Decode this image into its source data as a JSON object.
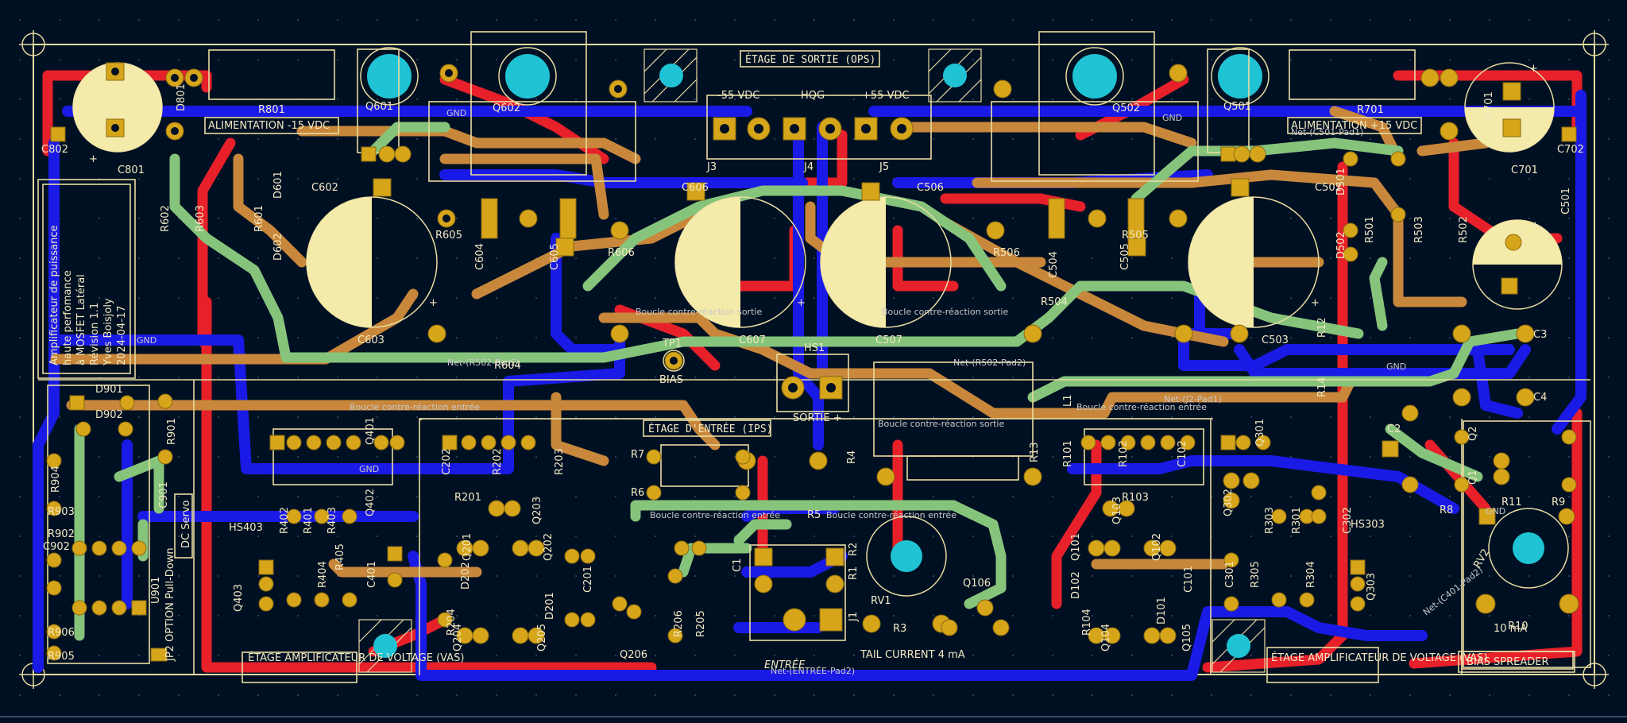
{
  "colors": {
    "background": "#001023",
    "front_copper": "#e8202a",
    "back_copper": "#1a1ae6",
    "inner_a": "#c8873a",
    "inner_b": "#86c47c",
    "silkscreen": "#f2e9c2",
    "pad": "#d6a51a",
    "mounting_hole": "#1fc3d4",
    "cap_fill": "#f4eaa9"
  },
  "sections": {
    "ops": "ÉTAGE DE SORTIE (OPS)",
    "ips": "ÉTAGE D'ENTRÉE (IPS)",
    "vas_left": "ÉTAGE AMPLIFICATEUR DE VOLTAGE (VAS)",
    "vas_right": "ÉTAGE AMPLIFICATEUR DE VOLTAGE (VAS)",
    "supply_neg": "ALIMENTATION -15 VDC",
    "supply_pos": "ALIMENTATION +15 VDC",
    "bias_spreader": "BIAS SPREADER",
    "dc_servo": "DC Servo",
    "tail_current": "TAIL CURRENT 4 mA",
    "entree": "ENTRÉE",
    "option": "JP2 OPTION Pull-Down",
    "ten_ma": "10 mA"
  },
  "title_block": {
    "lines": [
      "Amplificateur de puissance",
      "haute perfomance",
      "à MOSFET Latéral",
      "Révision 1.1",
      "Yves Boisjoly",
      "2024-04-17"
    ]
  },
  "connectors": {
    "v_neg": "-55 VDC",
    "hqg": "HQG",
    "v_pos": "+55 VDC",
    "tp1": "TP1",
    "bias": "BIAS",
    "sortie": "SORTIE +"
  },
  "net_labels": {
    "gnd": "GND",
    "fb_out": "Boucle contre-réaction sortie",
    "fb_in": "Boucle contre-réaction entrée",
    "r502": "Net-(R502-Pad2)",
    "j2": "Net-(J2-Pad1)",
    "c401": "Net-(C401-Pad2)",
    "c501": "Net-(C501-Pad1)",
    "entree_net": "Net-(ENTRÉE-Pad2)"
  },
  "components": [
    {
      "ref": "C801"
    },
    {
      "ref": "C802"
    },
    {
      "ref": "D801"
    },
    {
      "ref": "R801"
    },
    {
      "ref": "Q601"
    },
    {
      "ref": "Q602"
    },
    {
      "ref": "C602"
    },
    {
      "ref": "C603"
    },
    {
      "ref": "C604"
    },
    {
      "ref": "C605"
    },
    {
      "ref": "C606"
    },
    {
      "ref": "C607"
    },
    {
      "ref": "R602"
    },
    {
      "ref": "R603"
    },
    {
      "ref": "R601"
    },
    {
      "ref": "D601"
    },
    {
      "ref": "D602"
    },
    {
      "ref": "R604"
    },
    {
      "ref": "R605"
    },
    {
      "ref": "R606"
    },
    {
      "ref": "J3"
    },
    {
      "ref": "J4"
    },
    {
      "ref": "J5"
    },
    {
      "ref": "HS1"
    },
    {
      "ref": "C506"
    },
    {
      "ref": "C507"
    },
    {
      "ref": "R506"
    },
    {
      "ref": "R505"
    },
    {
      "ref": "C505"
    },
    {
      "ref": "C504"
    },
    {
      "ref": "R504"
    },
    {
      "ref": "Q502"
    },
    {
      "ref": "Q501"
    },
    {
      "ref": "C502"
    },
    {
      "ref": "C503"
    },
    {
      "ref": "D501"
    },
    {
      "ref": "D502"
    },
    {
      "ref": "R501"
    },
    {
      "ref": "R503"
    },
    {
      "ref": "R502"
    },
    {
      "ref": "R701"
    },
    {
      "ref": "D701"
    },
    {
      "ref": "C701"
    },
    {
      "ref": "C702"
    },
    {
      "ref": "C501"
    },
    {
      "ref": "C3"
    },
    {
      "ref": "C4"
    },
    {
      "ref": "R12"
    },
    {
      "ref": "R14"
    },
    {
      "ref": "L1"
    },
    {
      "ref": "C2"
    },
    {
      "ref": "Q2"
    },
    {
      "ref": "Q1"
    },
    {
      "ref": "R8"
    },
    {
      "ref": "R11"
    },
    {
      "ref": "R9"
    },
    {
      "ref": "RV2"
    },
    {
      "ref": "R10"
    },
    {
      "ref": "D901"
    },
    {
      "ref": "D902"
    },
    {
      "ref": "R901"
    },
    {
      "ref": "R904"
    },
    {
      "ref": "R903"
    },
    {
      "ref": "R902"
    },
    {
      "ref": "C901"
    },
    {
      "ref": "C902"
    },
    {
      "ref": "U901"
    },
    {
      "ref": "R906"
    },
    {
      "ref": "R905"
    },
    {
      "ref": "HS403"
    },
    {
      "ref": "Q403"
    },
    {
      "ref": "Q401"
    },
    {
      "ref": "Q402"
    },
    {
      "ref": "R402"
    },
    {
      "ref": "R401"
    },
    {
      "ref": "R403"
    },
    {
      "ref": "R404"
    },
    {
      "ref": "R405"
    },
    {
      "ref": "C401"
    },
    {
      "ref": "C202"
    },
    {
      "ref": "R202"
    },
    {
      "ref": "R203"
    },
    {
      "ref": "R201"
    },
    {
      "ref": "Q203"
    },
    {
      "ref": "Q201"
    },
    {
      "ref": "Q202"
    },
    {
      "ref": "C201"
    },
    {
      "ref": "D202"
    },
    {
      "ref": "D201"
    },
    {
      "ref": "R204"
    },
    {
      "ref": "Q204"
    },
    {
      "ref": "Q205"
    },
    {
      "ref": "Q206"
    },
    {
      "ref": "R206"
    },
    {
      "ref": "R205"
    },
    {
      "ref": "R7"
    },
    {
      "ref": "R6"
    },
    {
      "ref": "R4"
    },
    {
      "ref": "R5"
    },
    {
      "ref": "R2"
    },
    {
      "ref": "R1"
    },
    {
      "ref": "C1"
    },
    {
      "ref": "RV1"
    },
    {
      "ref": "R3"
    },
    {
      "ref": "J1"
    },
    {
      "ref": "Q106"
    },
    {
      "ref": "R101"
    },
    {
      "ref": "R102"
    },
    {
      "ref": "C102"
    },
    {
      "ref": "R103"
    },
    {
      "ref": "Q103"
    },
    {
      "ref": "Q101"
    },
    {
      "ref": "Q102"
    },
    {
      "ref": "D102"
    },
    {
      "ref": "D101"
    },
    {
      "ref": "C101"
    },
    {
      "ref": "R104"
    },
    {
      "ref": "Q104"
    },
    {
      "ref": "Q105"
    },
    {
      "ref": "R13"
    },
    {
      "ref": "Q301"
    },
    {
      "ref": "Q302"
    },
    {
      "ref": "R303"
    },
    {
      "ref": "R301"
    },
    {
      "ref": "C302"
    },
    {
      "ref": "HS303"
    },
    {
      "ref": "C301"
    },
    {
      "ref": "R305"
    },
    {
      "ref": "R304"
    },
    {
      "ref": "Q303"
    }
  ]
}
